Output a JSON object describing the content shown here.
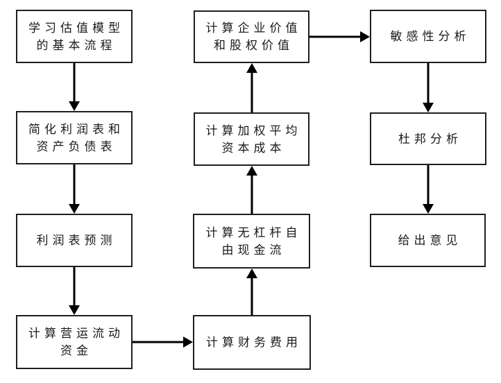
{
  "page": {
    "background_color": "#ffffff",
    "box_border_color": "#1f1f1f",
    "arrow_color": "#000000",
    "text_color": "#1a1a1a"
  },
  "flowchart": {
    "boxes": [
      {
        "id": "learn-valuation-process",
        "label": "学习估值模型的基本流程",
        "lines": [
          "学习估值模型",
          "的基本流程"
        ]
      },
      {
        "id": "simplify-statements",
        "label": "简化利润表和资产负债表",
        "lines": [
          "简化利润表和",
          "资产负债表"
        ]
      },
      {
        "id": "income-statement-forecast",
        "label": "利润表预测",
        "lines": [
          "利润表预测"
        ]
      },
      {
        "id": "working-capital",
        "label": "计算营运流动资金",
        "lines": [
          "计算营运流动",
          "资金"
        ]
      },
      {
        "id": "financial-expense",
        "label": "计算财务费用",
        "lines": [
          "计算财务费用"
        ]
      },
      {
        "id": "unlevered-fcf",
        "label": "计算无杠杆自由现金流",
        "lines": [
          "计算无杠杆自",
          "由现金流"
        ]
      },
      {
        "id": "wacc",
        "label": "计算加权平均资本成本",
        "lines": [
          "计算加权平均",
          "资本成本"
        ]
      },
      {
        "id": "enterprise-equity-value",
        "label": "计算企业价值和股权价值",
        "lines": [
          "计算企业价值",
          "和股权价值"
        ]
      },
      {
        "id": "sensitivity-analysis",
        "label": "敏感性分析",
        "lines": [
          "敏感性分析"
        ]
      },
      {
        "id": "dupont-analysis",
        "label": "杜邦分析",
        "lines": [
          "杜邦分析"
        ]
      },
      {
        "id": "give-opinion",
        "label": "给出意见",
        "lines": [
          "给出意见"
        ]
      }
    ]
  }
}
